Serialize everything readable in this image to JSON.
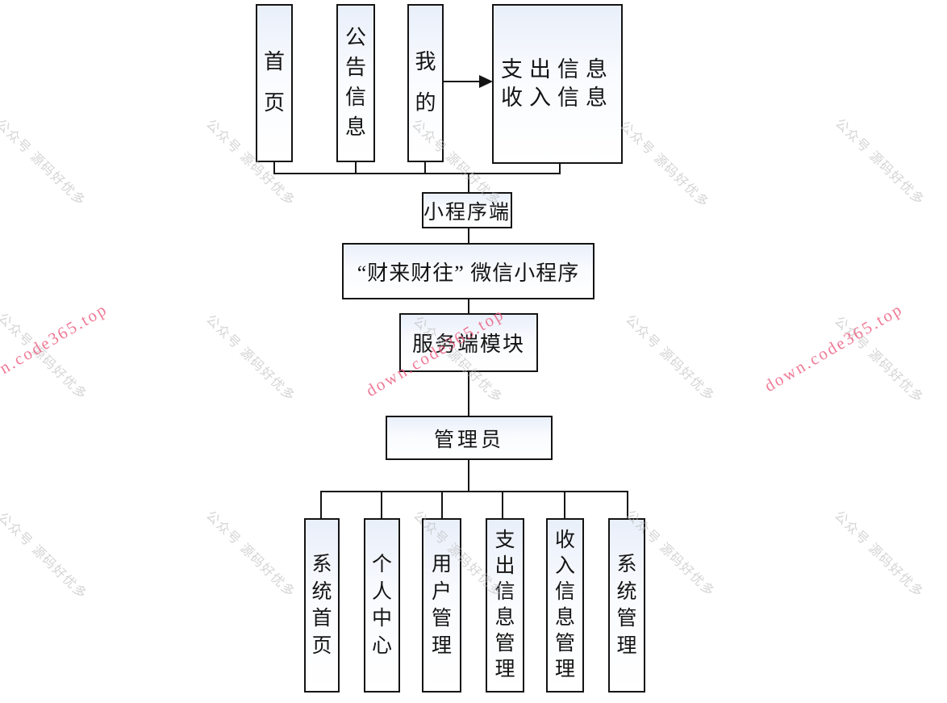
{
  "diagram": {
    "top_boxes": [
      {
        "label": "首页"
      },
      {
        "label": "公告信息"
      },
      {
        "label": "我的"
      },
      {
        "lines": [
          "支出信息",
          "收入信息"
        ]
      }
    ],
    "mid_nodes": {
      "miniapp_client": {
        "label": "小程序端"
      },
      "wechat_miniapp": {
        "label": "“财来财往” 微信小程序"
      },
      "server_module": {
        "label": "服务端模块"
      },
      "admin": {
        "label": "管理员"
      }
    },
    "bottom_boxes": [
      {
        "label": "系统首页"
      },
      {
        "label": "个人中心"
      },
      {
        "label": "用户管理"
      },
      {
        "label": "支出信息管理"
      },
      {
        "label": "收入信息管理"
      },
      {
        "label": "系统管理"
      }
    ]
  },
  "watermarks": {
    "gray_text": "公众号 源码好优多",
    "red_text": "down.code365.top",
    "gray_color": "#bababa",
    "red_color": "#eb5c7e"
  },
  "colors": {
    "line": "#141414",
    "box_border": "#141414",
    "box_fill_top": "#e9effa",
    "background": "#ffffff"
  }
}
